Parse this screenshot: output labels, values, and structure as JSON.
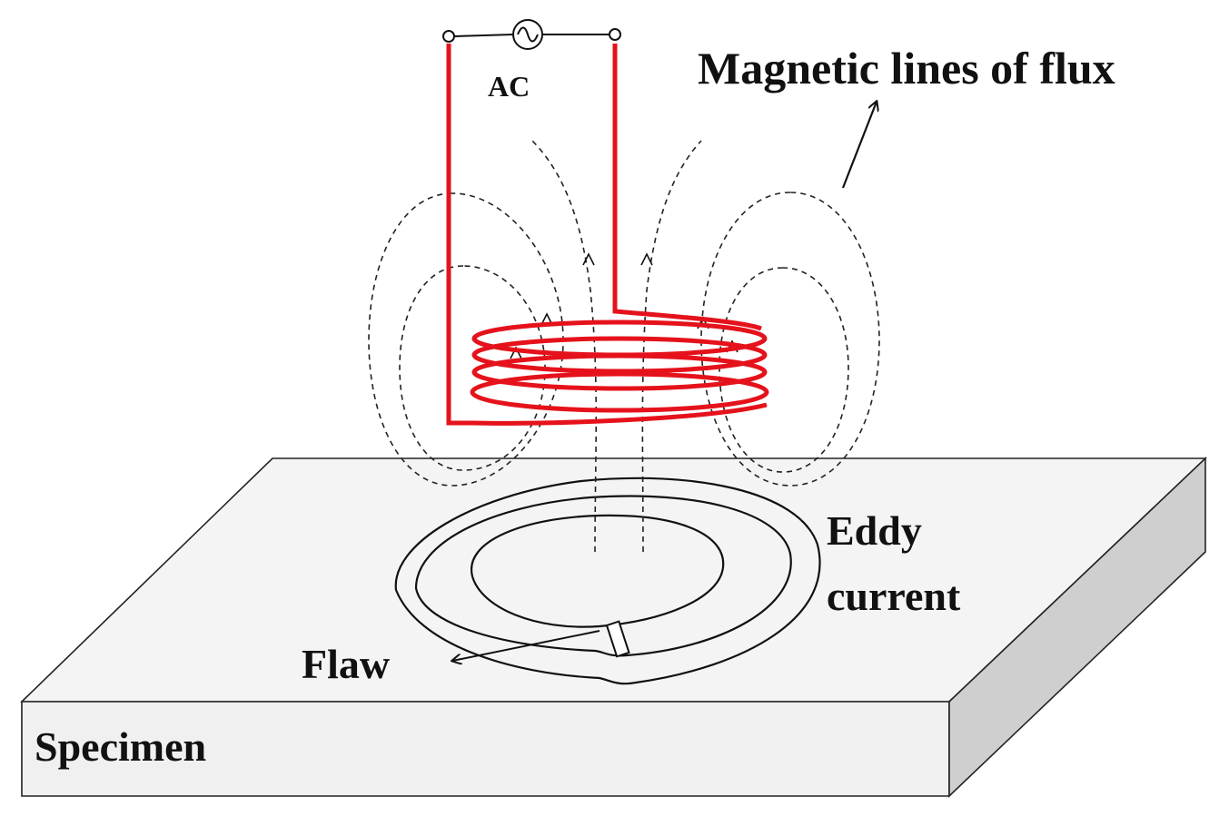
{
  "labels": {
    "ac": "AC",
    "flux": "Magnetic lines of flux",
    "eddy_line1": "Eddy",
    "eddy_line2": "current",
    "flaw": "Flaw",
    "specimen": "Specimen"
  },
  "colors": {
    "coil": "#e5121b",
    "specimen_top": "#f4f4f4",
    "specimen_front": "#f0f0f0",
    "specimen_side": "#cfcfcf",
    "line": "#111111"
  },
  "icons": {
    "ac_source": "ac-source-icon",
    "arrow": "arrow-icon"
  }
}
